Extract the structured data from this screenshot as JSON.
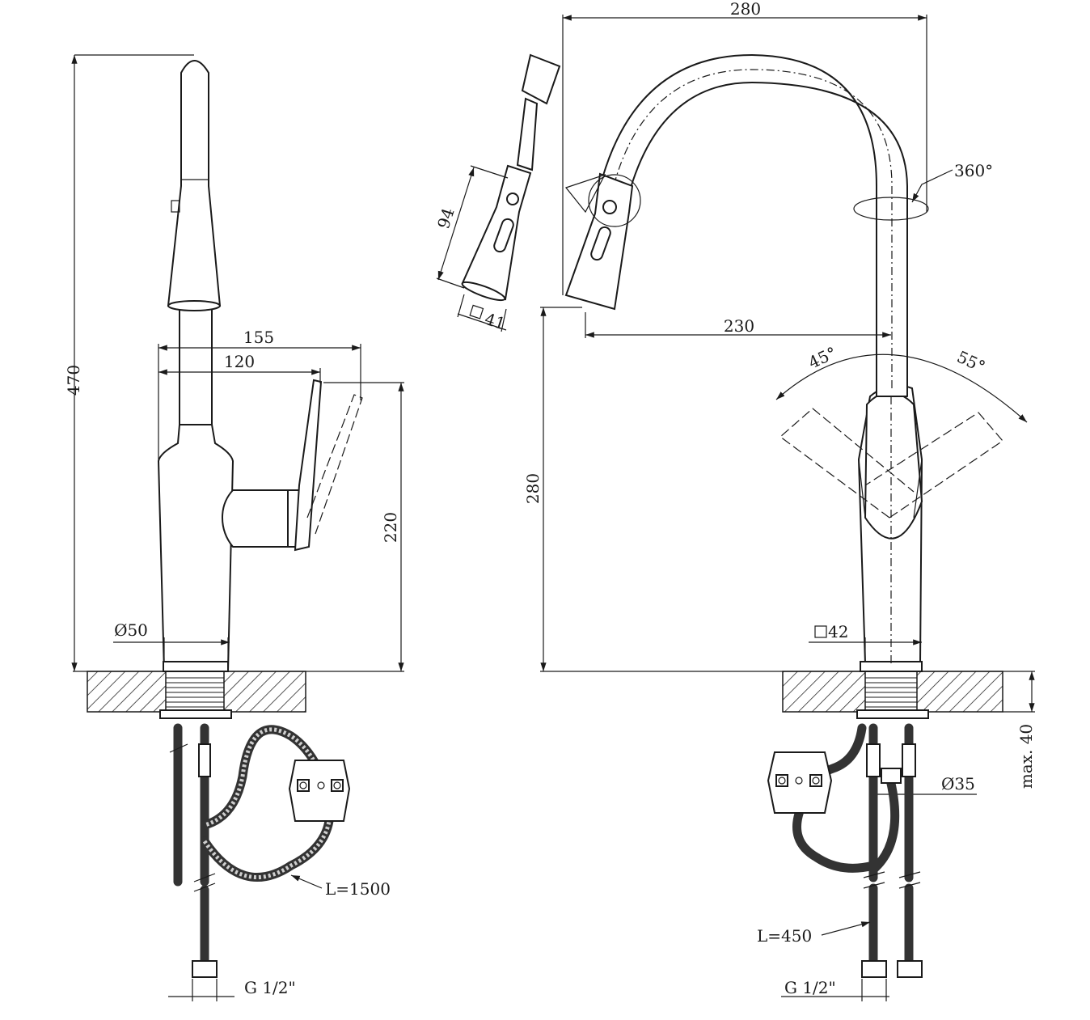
{
  "drawing": {
    "side_view": {
      "total_height": "470",
      "handle_reach_max": "155",
      "handle_reach": "120",
      "handle_height": "220",
      "base_diameter": "Ø50",
      "hose_length": "L=1500",
      "thread": "G 1/2\""
    },
    "spray_head": {
      "length": "94",
      "section": "41"
    },
    "front_view": {
      "width": "280",
      "height": "280",
      "spout_reach": "230",
      "rotation": "360°",
      "lever_left": "45°",
      "lever_right": "55°",
      "base_section": "42",
      "max_deck_thickness": "max. 40",
      "shank_diameter": "Ø35",
      "hose_length": "L=450",
      "thread": "G 1/2\""
    }
  }
}
